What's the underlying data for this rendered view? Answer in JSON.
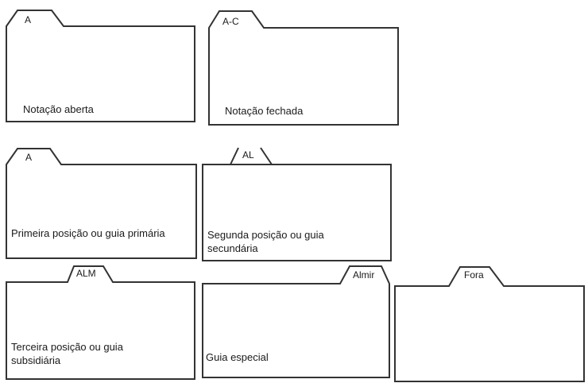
{
  "page": {
    "background_color": "#ffffff",
    "stroke_color": "#333333",
    "text_color": "#1a1a1a"
  },
  "diagram": {
    "type": "folder-tab-notation",
    "folders": [
      {
        "tab_label": "A",
        "body_label": "Notação aberta",
        "tab_position": "left",
        "tab_top_edge": true
      },
      {
        "tab_label": "A-C",
        "body_label": "Notação fechada",
        "tab_position": "left",
        "tab_top_edge": true
      },
      {
        "tab_label": "A",
        "body_label": "Primeira posição ou guia primária",
        "tab_position": "first",
        "tab_top_edge": true
      },
      {
        "tab_label": "AL",
        "body_label": "Segunda posição ou guia secundária",
        "tab_position": "second",
        "tab_top_edge": false
      },
      {
        "tab_label": "ALM",
        "body_label": "Terceira posição ou guia subsidiária",
        "tab_position": "third",
        "tab_top_edge": true
      },
      {
        "tab_label": "Almir",
        "body_label": "Guia especial",
        "tab_position": "right",
        "tab_top_edge": true
      },
      {
        "tab_label": "Fora",
        "body_label": "",
        "tab_position": "center",
        "tab_top_edge": true
      }
    ]
  }
}
